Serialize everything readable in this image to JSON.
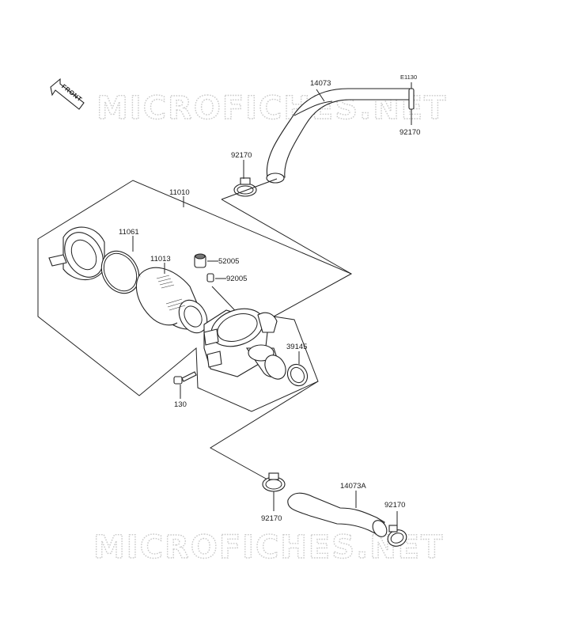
{
  "watermarks": [
    "MICROFICHES.NET",
    "MICROFICHES.NET"
  ],
  "front_arrow_label": "FRONT",
  "parts": {
    "p14073": "14073",
    "pE1130": "E1130",
    "p92170_top_right": "92170",
    "p92170_top_left": "92170",
    "p11010": "11010",
    "p11061": "11061",
    "p11013": "11013",
    "p52005": "52005",
    "p92005": "92005",
    "p39145": "39145",
    "p130": "130",
    "p14073A": "14073A",
    "p92170_bottom_left": "92170",
    "p92170_bottom_right": "92170"
  }
}
